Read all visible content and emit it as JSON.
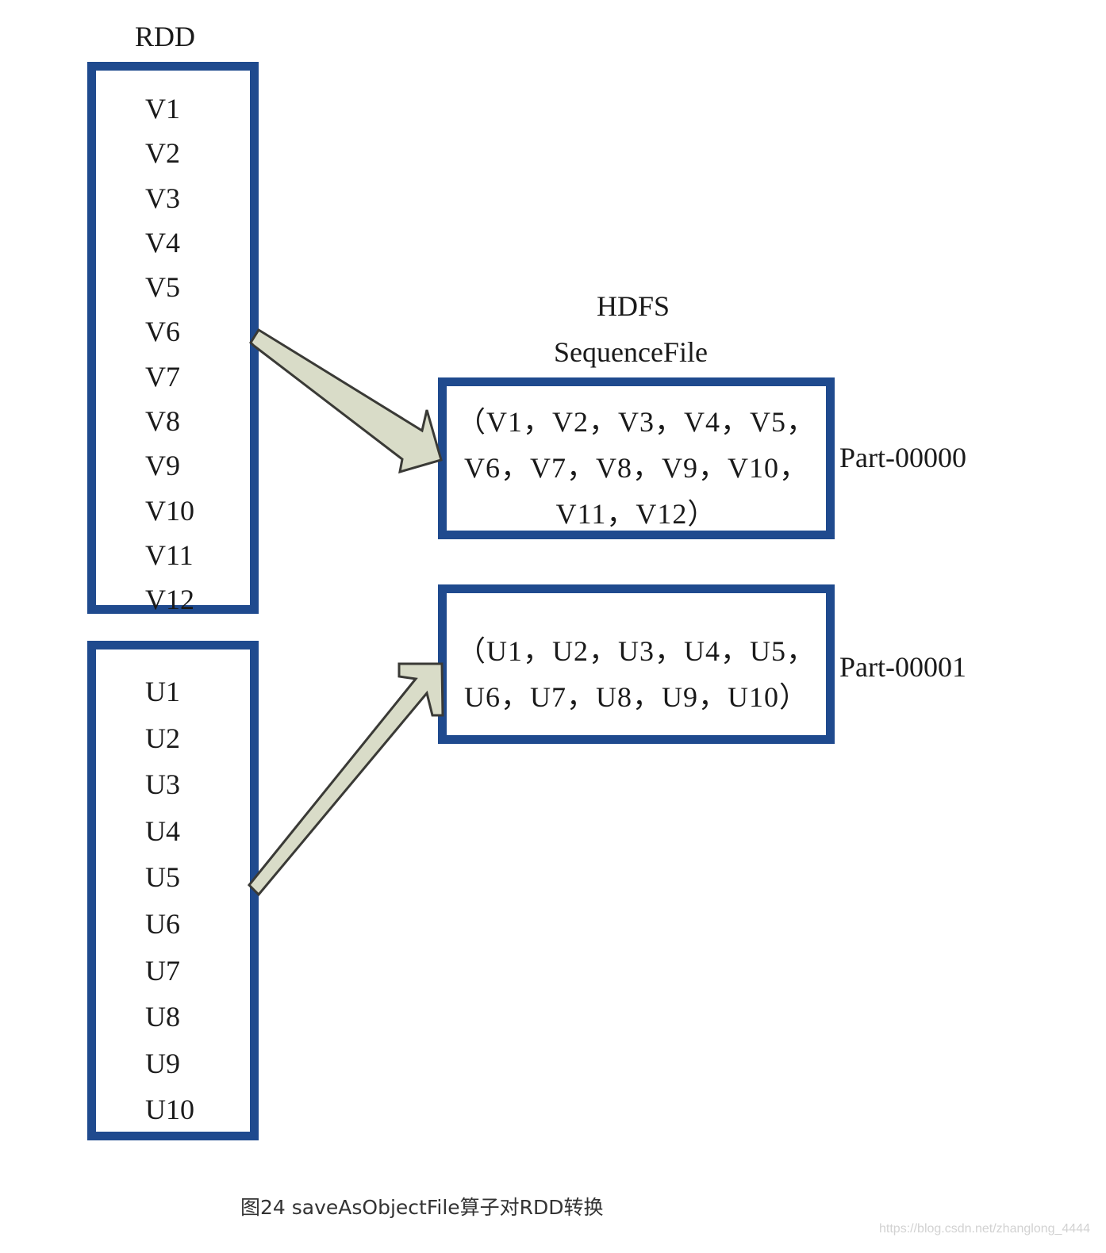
{
  "rdd": {
    "title": "RDD",
    "partition_v": [
      "V1",
      "V2",
      "V3",
      "V4",
      "V5",
      "V6",
      "V7",
      "V8",
      "V9",
      "V10",
      "V11",
      "V12"
    ],
    "partition_u": [
      "U1",
      "U2",
      "U3",
      "U4",
      "U5",
      "U6",
      "U7",
      "U8",
      "U9",
      "U10"
    ]
  },
  "hdfs": {
    "title": "HDFS",
    "subtitle": "SequenceFile",
    "files": [
      {
        "lines": [
          "（V1，V2，V3，V4，V5，",
          "V6，V7，V8，V9，V10，",
          "V11，V12）"
        ],
        "name": "Part-00000"
      },
      {
        "lines": [
          "（U1，U2，U3，U4，U5，",
          "U6，U7，U8，U9，U10）"
        ],
        "name": "Part-00001"
      }
    ]
  },
  "colors": {
    "box_border": "#1f4a8e",
    "arrow_fill": "#d9dcc8",
    "arrow_stroke": "#3a3a36"
  },
  "caption": "图24 saveAsObjectFile算子对RDD转换",
  "watermark": "https://blog.csdn.net/zhanglong_4444"
}
